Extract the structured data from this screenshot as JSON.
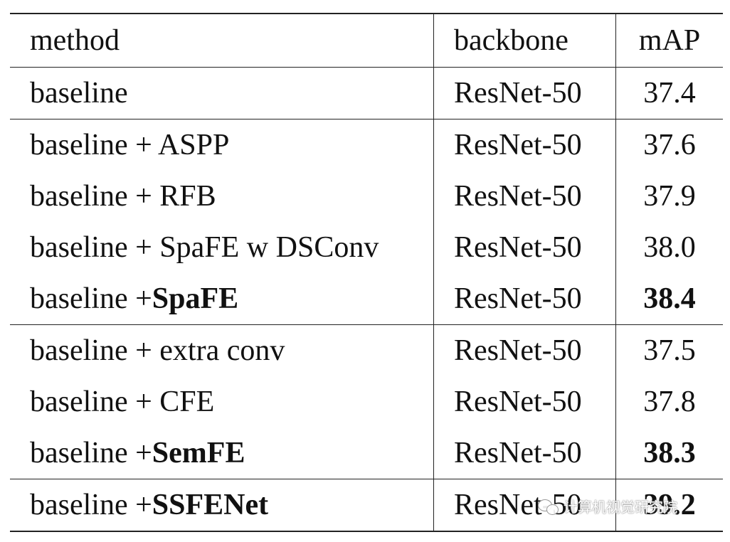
{
  "table": {
    "headers": {
      "method": "method",
      "backbone": "backbone",
      "map": "mAP"
    },
    "rows": [
      {
        "method_prefix": "baseline",
        "method_bold": "",
        "backbone": "ResNet-50",
        "map": "37.4",
        "map_bold": false
      },
      {
        "method_prefix": "baseline + ASPP",
        "method_bold": "",
        "backbone": "ResNet-50",
        "map": "37.6",
        "map_bold": false
      },
      {
        "method_prefix": "baseline + RFB",
        "method_bold": "",
        "backbone": "ResNet-50",
        "map": "37.9",
        "map_bold": false
      },
      {
        "method_prefix": "baseline + SpaFE w DSConv",
        "method_bold": "",
        "backbone": "ResNet-50",
        "map": "38.0",
        "map_bold": false
      },
      {
        "method_prefix": "baseline + ",
        "method_bold": "SpaFE",
        "backbone": "ResNet-50",
        "map": "38.4",
        "map_bold": true
      },
      {
        "method_prefix": "baseline + extra conv",
        "method_bold": "",
        "backbone": "ResNet-50",
        "map": "37.5",
        "map_bold": false
      },
      {
        "method_prefix": "baseline + CFE",
        "method_bold": "",
        "backbone": "ResNet-50",
        "map": "37.8",
        "map_bold": false
      },
      {
        "method_prefix": "baseline + ",
        "method_bold": "SemFE",
        "backbone": "ResNet-50",
        "map": "38.3",
        "map_bold": true
      },
      {
        "method_prefix": "baseline + ",
        "method_bold": "SSFENet",
        "backbone": "ResNet-50",
        "map": "39.2",
        "map_bold": true
      }
    ]
  },
  "watermark": {
    "text": "计算机视觉研究院",
    "icon": "wechat-icon"
  }
}
